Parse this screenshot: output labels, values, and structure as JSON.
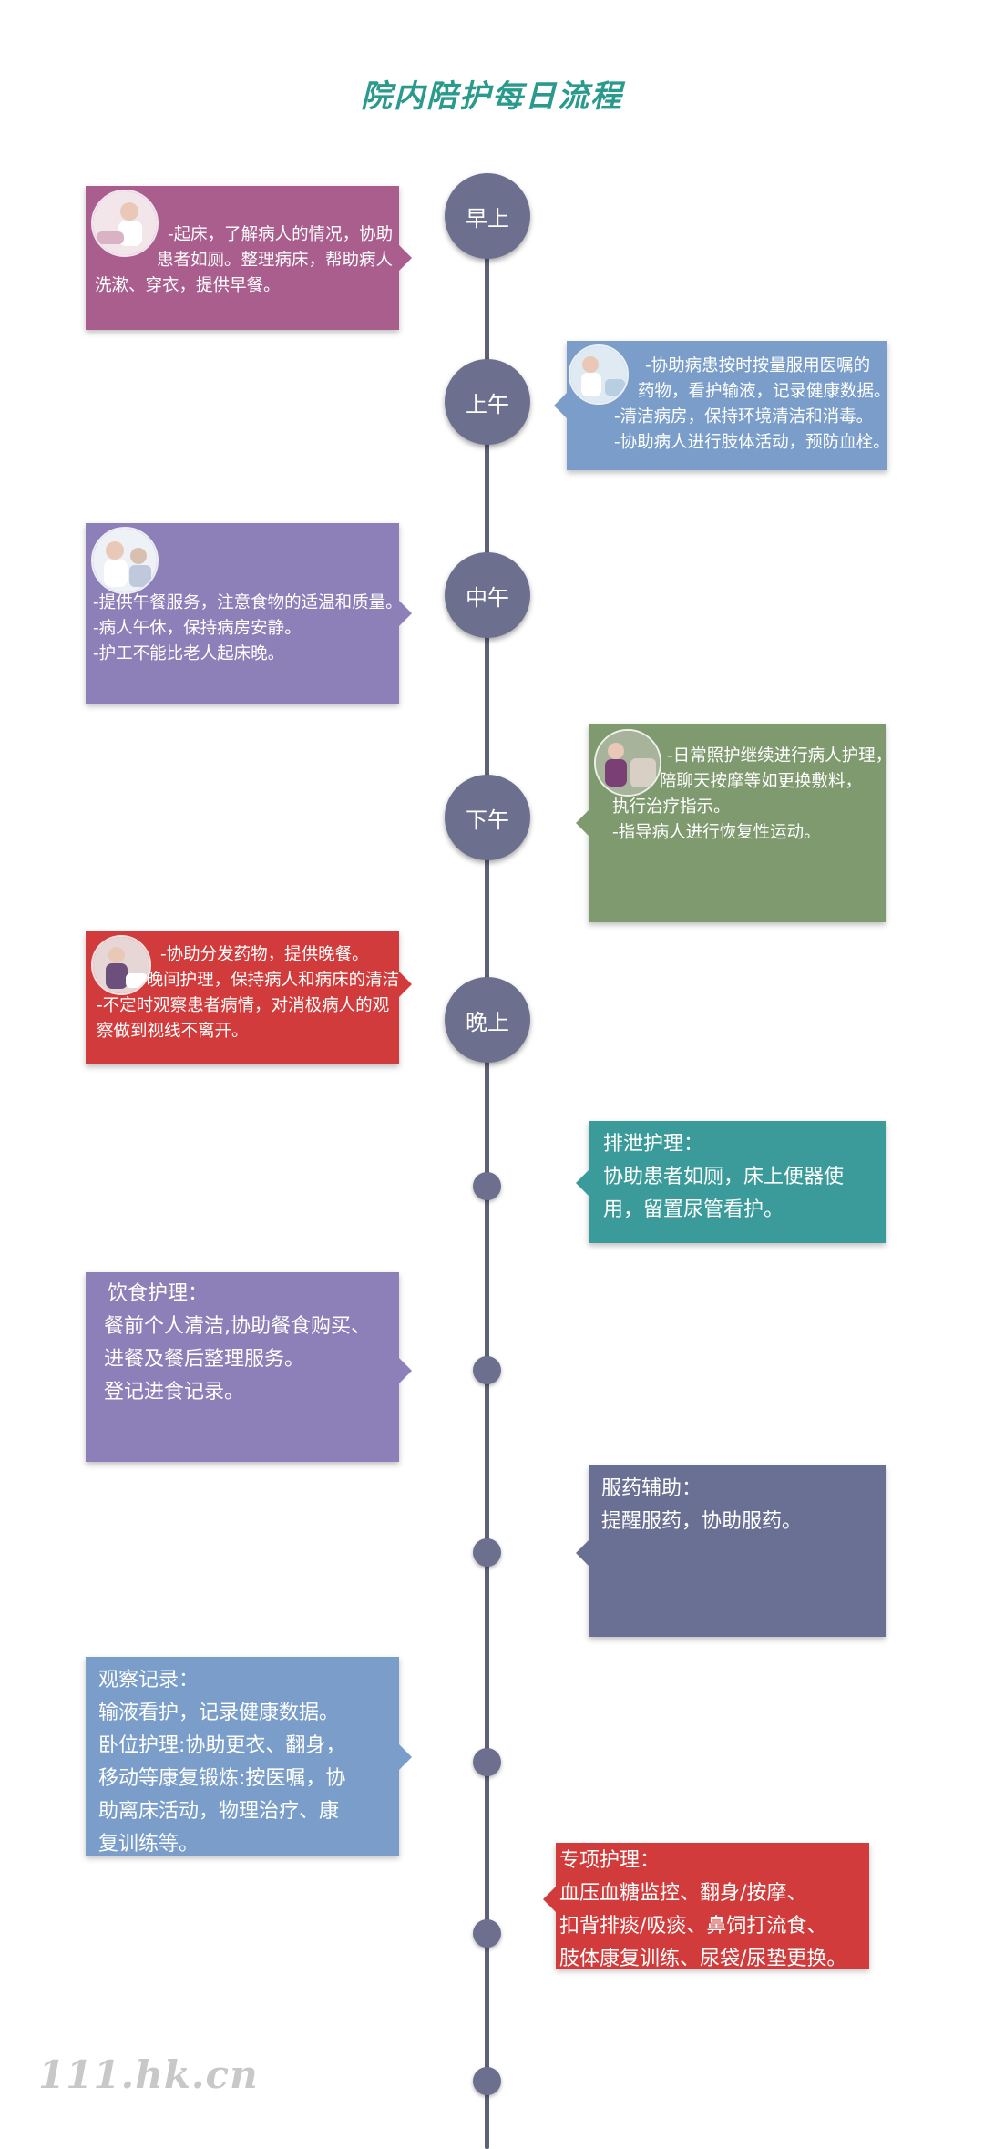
{
  "title": "院内陪护每日流程",
  "colors": {
    "title": "#2a9a8c",
    "timeline": "#5e6078",
    "node": "#6d6f8f",
    "morning": "#a95e8d",
    "forenoon": "#7a9ec9",
    "noon": "#8d7fb8",
    "afternoon": "#7f9a6f",
    "evening": "#d23b3b",
    "teal": "#3a9b9a",
    "purple": "#8d7fb8",
    "slate": "#6a7094",
    "blue": "#7a9ec9",
    "red": "#d23b3b"
  },
  "nodes": [
    "早上",
    "上午",
    "中午",
    "下午",
    "晚上"
  ],
  "cards": {
    "morning": {
      "lines": [
        "-起床，了解病人的情况，协助",
        "患者如厕。整理病床，帮助病人",
        "洗漱、穿衣，提供早餐。"
      ],
      "photo": "nurse-with-patient-photo"
    },
    "forenoon": {
      "lines": [
        "-协助病患按时按量服用医嘱的",
        "药物，看护输液，记录健康数据。",
        "-清洁病房，保持环境清洁和消毒。",
        "-协助病人进行肢体活动，预防血栓。"
      ],
      "photo": "nurse-infusion-photo"
    },
    "noon": {
      "lines": [
        "-提供午餐服务，注意食物的适温和质量。",
        "-病人午休，保持病房安静。",
        "-护工不能比老人起床晚。"
      ],
      "photo": "nurse-feeding-photo"
    },
    "afternoon": {
      "lines": [
        "-日常照护继续进行病人护理，",
        "陪聊天按摩等如更换敷料，",
        "执行治疗指示。",
        "-指导病人进行恢复性运动。"
      ],
      "photo": "nurse-care-photo"
    },
    "evening": {
      "lines": [
        "-协助分发药物，提供晚餐。",
        "-晚间护理，保持病人和病床的清洁。",
        "-不定时观察患者病情，对消极病人的观",
        "察做到视线不离开。"
      ],
      "photo": "nurse-evening-photo"
    },
    "excretion": {
      "heading": "排泄护理：",
      "lines": [
        "协助患者如厕，床上便器使",
        "用，留置尿管看护。"
      ]
    },
    "diet": {
      "heading": "饮食护理：",
      "lines": [
        "餐前个人清洁,协助餐食购买、",
        "进餐及餐后整理服务。",
        "登记进食记录。"
      ]
    },
    "medication": {
      "heading": "服药辅助：",
      "lines": [
        "提醒服药，协助服药。"
      ]
    },
    "observation": {
      "heading": "观察记录：",
      "lines": [
        "输液看护，记录健康数据。",
        "卧位护理:协助更衣、翻身，",
        "移动等康复锻炼:按医嘱，协",
        "助离床活动，物理治疗、康",
        "复训练等。"
      ]
    },
    "special": {
      "heading": "专项护理：",
      "lines": [
        "血压血糖监控、翻身/按摩、",
        "扣背排痰/吸痰、鼻饲打流食、",
        "肢体康复训练、尿袋/尿垫更换。"
      ]
    }
  },
  "watermark": "111.hk.cn"
}
